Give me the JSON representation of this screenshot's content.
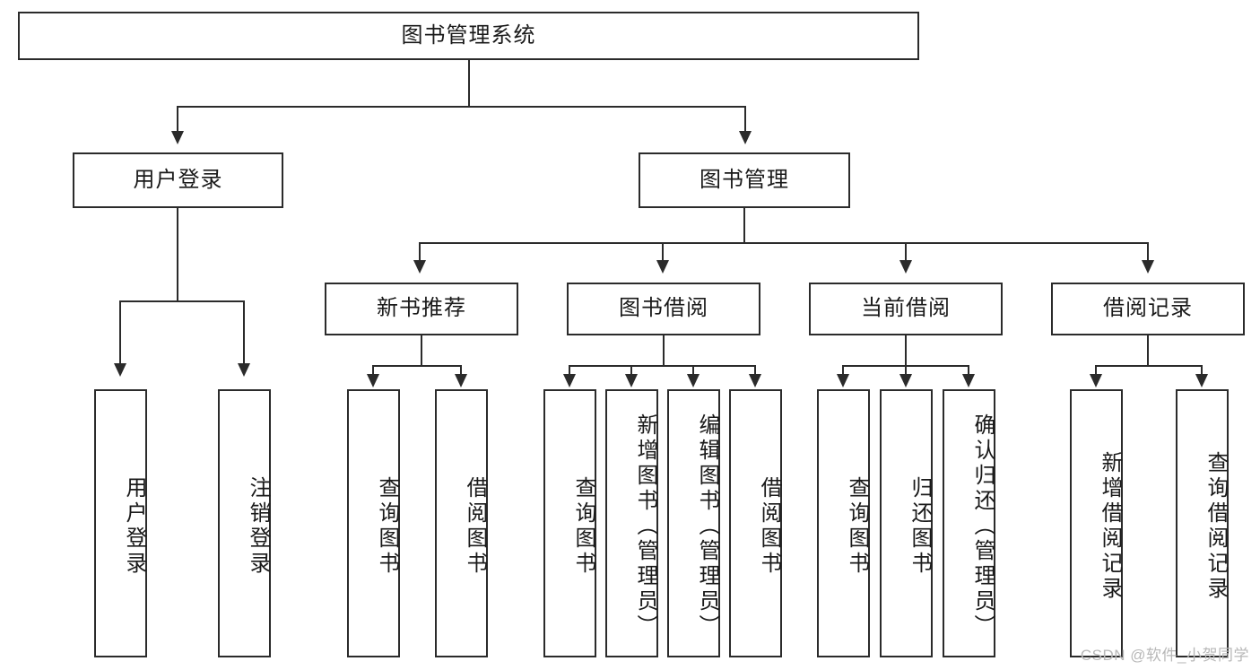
{
  "diagram": {
    "title_node": {
      "label": "图书管理系统"
    },
    "level2": [
      {
        "id": "user-login",
        "label": "用户登录"
      },
      {
        "id": "book-management",
        "label": "图书管理"
      }
    ],
    "level3": [
      {
        "id": "new-book-recommend",
        "label": "新书推荐"
      },
      {
        "id": "book-borrow",
        "label": "图书借阅"
      },
      {
        "id": "current-borrow",
        "label": "当前借阅"
      },
      {
        "id": "borrow-record",
        "label": "借阅记录"
      }
    ],
    "leaves": [
      {
        "id": "leaf-user-login",
        "label": "用户登录"
      },
      {
        "id": "leaf-logout-login",
        "label": "注销登录"
      },
      {
        "id": "leaf-query-book-1",
        "label": "查询图书"
      },
      {
        "id": "leaf-borrow-book-1",
        "label": "借阅图书"
      },
      {
        "id": "leaf-query-book-2",
        "label": "查询图书"
      },
      {
        "id": "leaf-add-book-admin",
        "label": "新增图书（管理员）"
      },
      {
        "id": "leaf-edit-book-admin",
        "label": "编辑图书（管理员）"
      },
      {
        "id": "leaf-borrow-book-2",
        "label": "借阅图书"
      },
      {
        "id": "leaf-query-book-3",
        "label": "查询图书"
      },
      {
        "id": "leaf-return-book",
        "label": "归还图书"
      },
      {
        "id": "leaf-confirm-return-admin",
        "label": "确认归还（管理员）"
      },
      {
        "id": "leaf-add-borrow-record",
        "label": "新增借阅记录"
      },
      {
        "id": "leaf-query-borrow-record",
        "label": "查询借阅记录"
      }
    ]
  },
  "watermark": {
    "text": "CSDN @软件_小贺同学"
  },
  "colors": {
    "stroke": "#2b2b2b",
    "background": "#ffffff",
    "text": "#1a1a1a",
    "watermark": "#b8b8b8"
  }
}
